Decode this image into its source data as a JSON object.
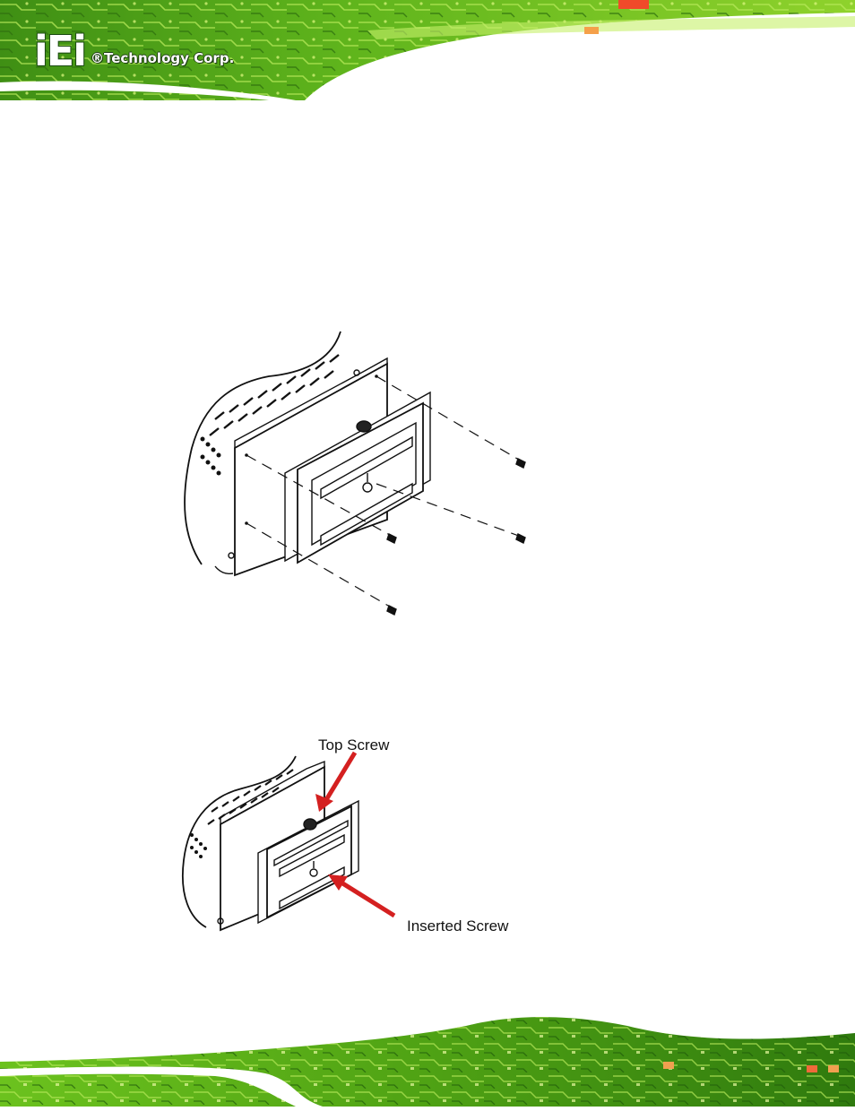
{
  "header": {
    "logo_mark": "iEi",
    "company": "®Technology Corp."
  },
  "figure2": {
    "callouts": {
      "top_screw": "Top Screw",
      "inserted_screw": "Inserted Screw"
    }
  },
  "colors": {
    "pcb_green": "#6fbf1e",
    "pcb_light": "#b6e24a",
    "pcb_dark": "#2e6a10",
    "arrow_red": "#d42020"
  }
}
